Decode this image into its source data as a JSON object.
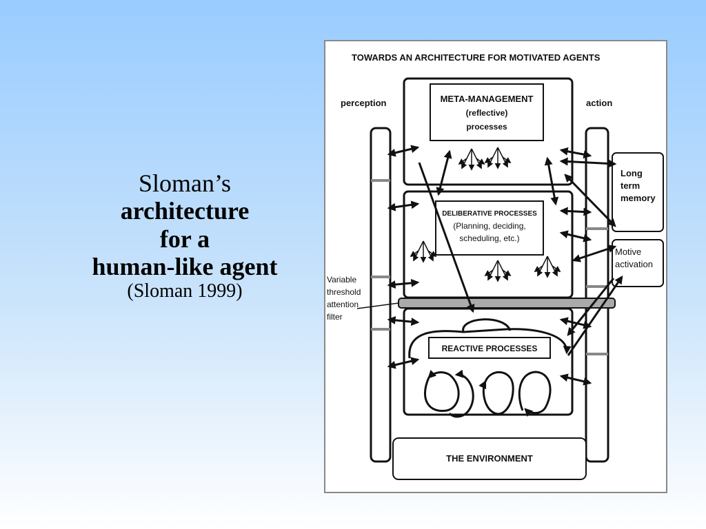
{
  "slide": {
    "title_line1": "Sloman’s",
    "title_line2": "architecture",
    "title_line3": "for a",
    "title_line4": "human-like agent",
    "citation": "(Sloman 1999)"
  },
  "diagram": {
    "title": "TOWARDS AN ARCHITECTURE FOR MOTIVATED AGENTS",
    "perception_label": "perception",
    "action_label": "action",
    "meta_line1": "META-MANAGEMENT",
    "meta_line2": "(reflective)",
    "meta_line3": "processes",
    "delib_line1": "DELIBERATIVE PROCESSES",
    "delib_line2": "(Planning, deciding,",
    "delib_line3": "scheduling, etc.)",
    "reactive_label": "REACTIVE PROCESSES",
    "environment_label": "THE ENVIRONMENT",
    "ltm_line1": "Long",
    "ltm_line2": "term",
    "ltm_line3": "memory",
    "motive_line1": "Motive",
    "motive_line2": "activation",
    "filter_line1": "Variable",
    "filter_line2": "threshold",
    "filter_line3": "attention",
    "filter_line4": "filter"
  }
}
